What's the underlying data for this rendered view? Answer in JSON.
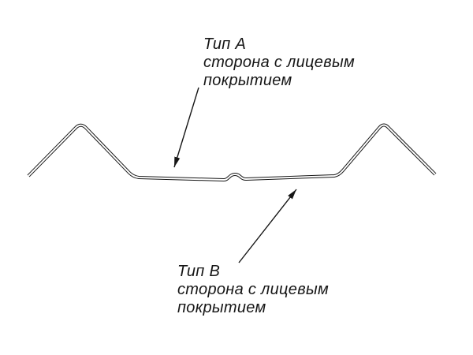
{
  "diagram": {
    "type_a": {
      "title": "Тип А",
      "line1": "сторона с лицевым",
      "line2": "покрытием"
    },
    "type_b": {
      "title": "Тип В",
      "line1": "сторона с лицевым",
      "line2": "покрытием"
    }
  },
  "colors": {
    "line": "#161616",
    "background": "#ffffff"
  }
}
